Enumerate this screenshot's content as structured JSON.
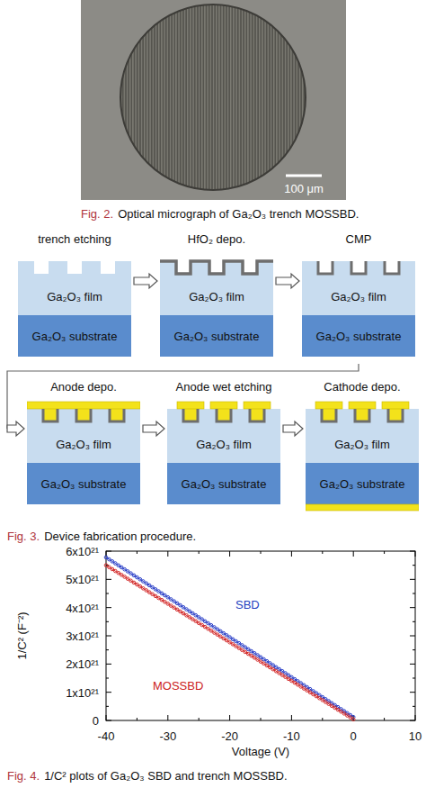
{
  "diagram": {
    "nodes": [
      {
        "text": [
          "trench etching"
        ]
      },
      {
        "text": [
          "Ga₂O₃ film"
        ],
        "in": 0
      },
      {
        "text": [
          "Ga₂O₃ substrate"
        ],
        "in": 0
      },
      {
        "text": [
          "HfO₂ depo."
        ]
      },
      {
        "text": [
          "Ga₂O₃ film"
        ],
        "in": 3
      },
      {
        "text": [
          "Ga₂O₃ substrate"
        ],
        "in": 3
      },
      {
        "text": [
          "CMP"
        ]
      },
      {
        "text": [
          "Ga₂O₃ film"
        ],
        "in": 6
      },
      {
        "text": [
          "Ga₂O₃ substrate"
        ],
        "in": 6
      },
      {
        "text": [
          "Anode depo."
        ]
      },
      {
        "text": [
          "Ga₂O₃ film"
        ],
        "in": 9
      },
      {
        "text": [
          "Ga₂O₃ substrate"
        ],
        "in": 9
      },
      {
        "text": [
          "Anode wet etching"
        ]
      },
      {
        "text": [
          "Ga₂O₃ film"
        ],
        "in": 12
      },
      {
        "text": [
          "Ga₂O₃ substrate"
        ],
        "in": 12
      },
      {
        "text": [
          "Cathode depo."
        ]
      },
      {
        "text": [
          "Ga₂O₃ film"
        ],
        "in": 15
      },
      {
        "text": [
          "Ga₂O₃ substrate"
        ],
        "in": 15
      }
    ],
    "edges": [
      {
        "from": 0,
        "to": 3,
        "arrow": "to"
      },
      {
        "from": 3,
        "to": 6,
        "arrow": "to"
      },
      {
        "from": 6,
        "to": 9,
        "arrow": "to"
      },
      {
        "from": 9,
        "to": 12,
        "arrow": "to"
      },
      {
        "from": 12,
        "to": 15,
        "arrow": "to"
      }
    ],
    "labels": [
      "100 μm",
      "Fig. 2.",
      "Optical micrograph of Ga₂O₃ trench MOSSBD.",
      "Fig. 3.",
      "Device fabrication procedure.",
      "6x10²¹",
      "5x10²¹",
      "4x10²¹",
      "3x10²¹",
      "2x10²¹",
      "1x10²¹",
      "0",
      "1/C² (F⁻²)",
      "-40",
      "-30",
      "-20",
      "-10",
      "0",
      "10",
      "Voltage (V)",
      "SBD",
      "MOSSBD",
      "Fig. 4.",
      "1/C² plots of Ga₂O₃ SBD and trench MOSSBD."
    ]
  }
}
